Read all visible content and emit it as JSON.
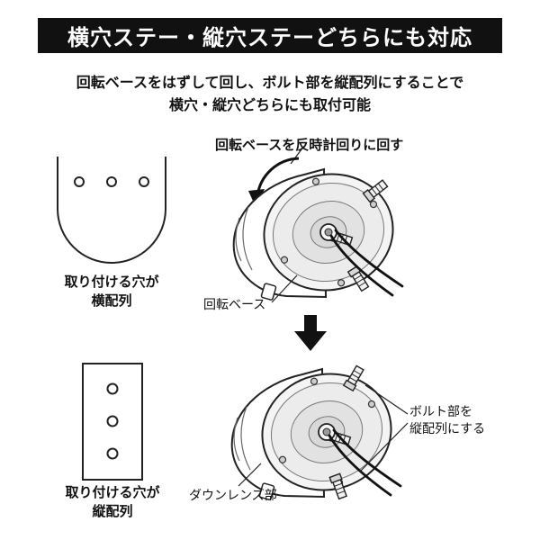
{
  "colors": {
    "banner_bg": "#111111",
    "banner_fg": "#ffffff",
    "line": "#222222"
  },
  "header": {
    "title": "横穴ステー・縦穴ステーどちらにも対応"
  },
  "intro": {
    "line1": "回転ベースをはずして回し、ボルト部を縦配列にすることで",
    "line2": "横穴・縦穴どちらにも取付可能"
  },
  "top_section": {
    "rotate_instruction": "回転ベースを反時計回りに回す",
    "stay_caption_line1": "取り付ける穴が",
    "stay_caption_line2": "横配列",
    "base_callout": "回転ベース"
  },
  "bottom_section": {
    "stay_caption_line1": "取り付ける穴が",
    "stay_caption_line2": "縦配列",
    "bolt_callout_line1": "ボルト部を",
    "bolt_callout_line2": "縦配列にする",
    "lens_callout": "ダウンレンズ部"
  }
}
